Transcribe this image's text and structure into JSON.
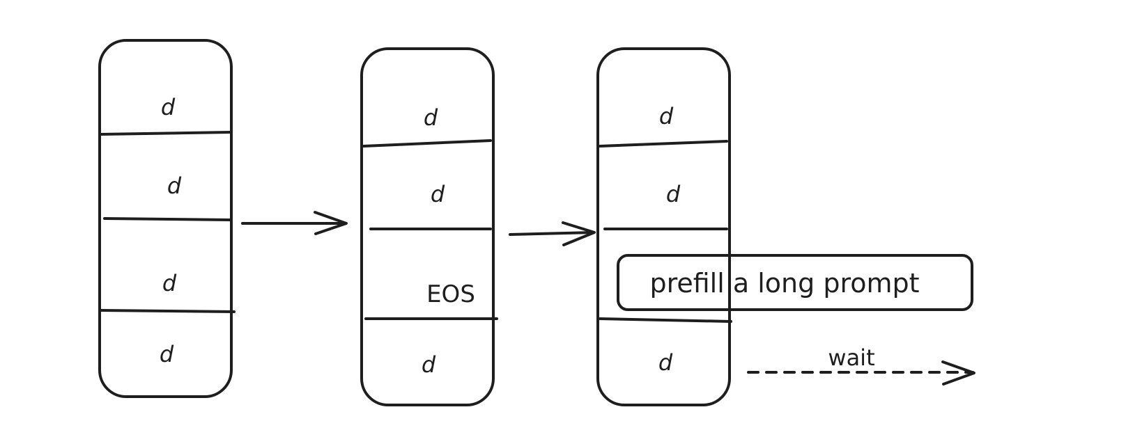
{
  "diagram": {
    "columns": [
      {
        "cells": [
          "d",
          "d",
          "d",
          "d"
        ]
      },
      {
        "cells": [
          "d",
          "d",
          "EOS",
          "d"
        ]
      },
      {
        "cells": [
          "d",
          "d",
          "",
          "d"
        ]
      }
    ],
    "prefill_box": {
      "label": "prefill a long prompt"
    },
    "wait_arrow": {
      "label": "wait"
    },
    "colors": {
      "stroke": "#1e1e1e",
      "background": "#ffffff"
    }
  }
}
